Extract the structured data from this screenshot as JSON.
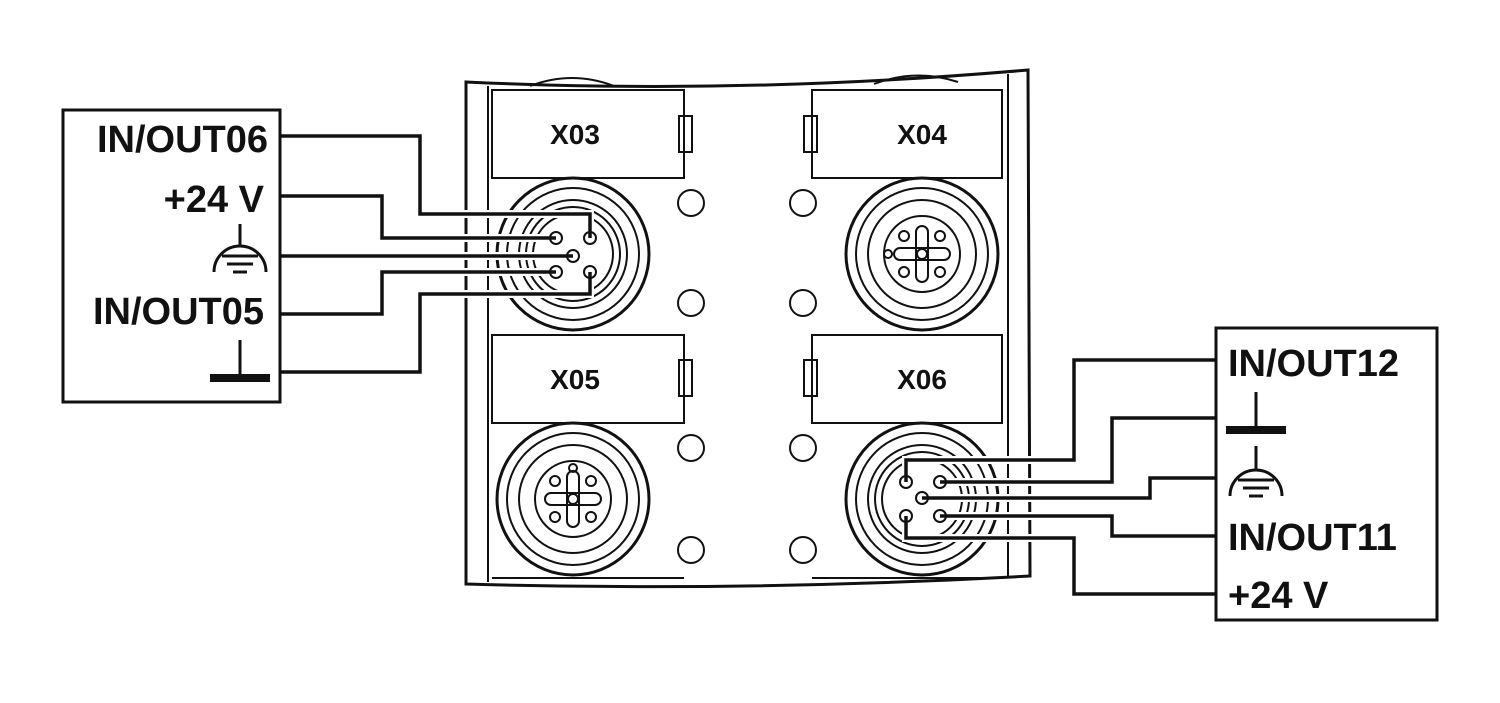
{
  "left_device": {
    "labels": {
      "io06": "IN/OUT06",
      "v24": "+24 V",
      "earth_icon": "protective-earth-icon",
      "io05": "IN/OUT05",
      "ground_icon": "ground-icon"
    }
  },
  "right_device": {
    "labels": {
      "io12": "IN/OUT12",
      "ground_icon": "ground-icon",
      "earth_icon": "protective-earth-icon",
      "io11": "IN/OUT11",
      "v24": "+24 V"
    }
  },
  "module": {
    "ports": {
      "x03": "X03",
      "x04": "X04",
      "x05": "X05",
      "x06": "X06"
    }
  }
}
